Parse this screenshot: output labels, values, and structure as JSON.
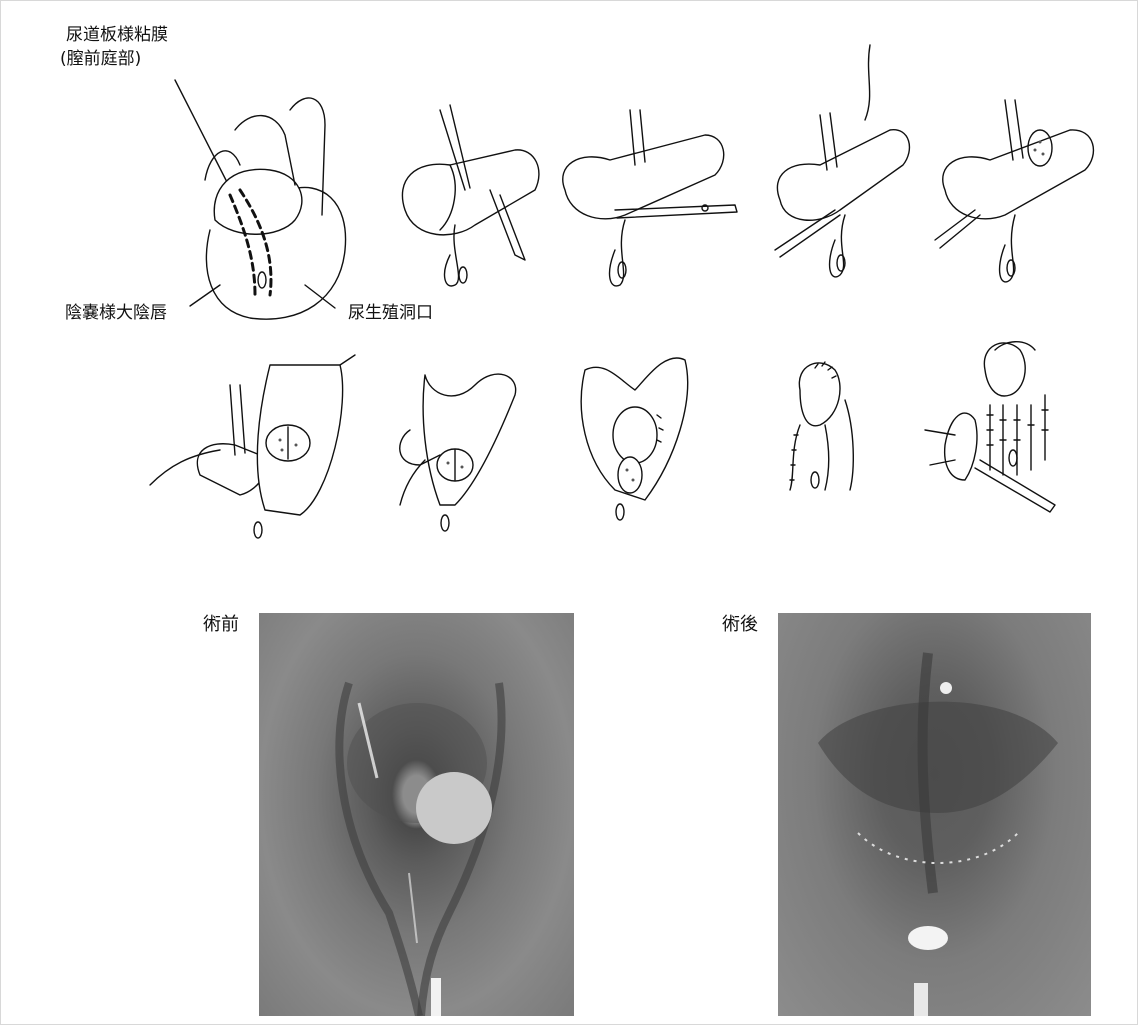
{
  "figure": {
    "labels": {
      "urethral_plate": "尿道板様粘膜",
      "vestibule": "(膣前庭部)",
      "labioscrotal": "陰嚢様大陰唇",
      "urogenital_sinus": "尿生殖洞口"
    },
    "photos": {
      "before": "術前",
      "after": "術後"
    }
  }
}
